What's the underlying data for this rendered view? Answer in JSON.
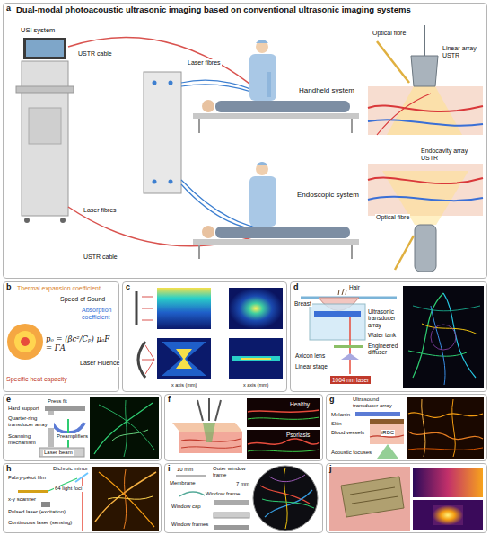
{
  "diagram": {
    "nodes": [
      {
        "text": [
          "a",
          "Dual-modal photoacoustic ultrasonic imaging based on conventional ultrasonic imaging systems"
        ]
      },
      {
        "text": [
          "b"
        ]
      },
      {
        "text": [
          "c"
        ]
      },
      {
        "text": [
          "d"
        ]
      },
      {
        "text": [
          "e"
        ]
      },
      {
        "text": [
          "f"
        ]
      },
      {
        "text": [
          "g"
        ]
      },
      {
        "text": [
          "h"
        ]
      },
      {
        "text": [
          "i"
        ]
      },
      {
        "text": [
          "j"
        ]
      }
    ],
    "labels": [
      "USI system",
      "USTR cable",
      "Laser fibres",
      "Handheld system",
      "Optical fibre",
      "Linear-array USTR",
      "Endoscopic system",
      "Laser fibres",
      "USTR cable",
      "Endocavity array USTR",
      "Optical fibre",
      "Thermal expansion coefficient",
      "Speed of Sound",
      "Absorption coefficient",
      "pₒ = (βc²/Cₚ) μₐF = ΓA",
      "Specific heat capacity",
      "Laser Fluence",
      "x axis (mm)",
      "x axis (mm)",
      "Hair",
      "Breast",
      "Ultrasonic transducer array",
      "Water tank",
      "Engineered diffuser",
      "Axicon lens",
      "Linear stage",
      "1064 nm laser",
      "Hard support",
      "Press fit",
      "Quarter-ring transducer array",
      "Scanning mechanism",
      "Laser beam",
      "Preamplifiers",
      "Healthy",
      "Psoriasis",
      "Ultrasound transducer array",
      "Melanin",
      "Skin",
      "Blood vessels",
      "iRBC",
      "Acoustic focuses",
      "Dichroic mirror",
      "Fabry-pérot film",
      "64 light foci",
      "x-y scanner",
      "Pulsed laser (excitation)",
      "Continuous laser (sensing)",
      "10 mm",
      "Outer window frame",
      "7 mm",
      "Window frame",
      "Membrane",
      "Window cap",
      "Window frames"
    ]
  }
}
